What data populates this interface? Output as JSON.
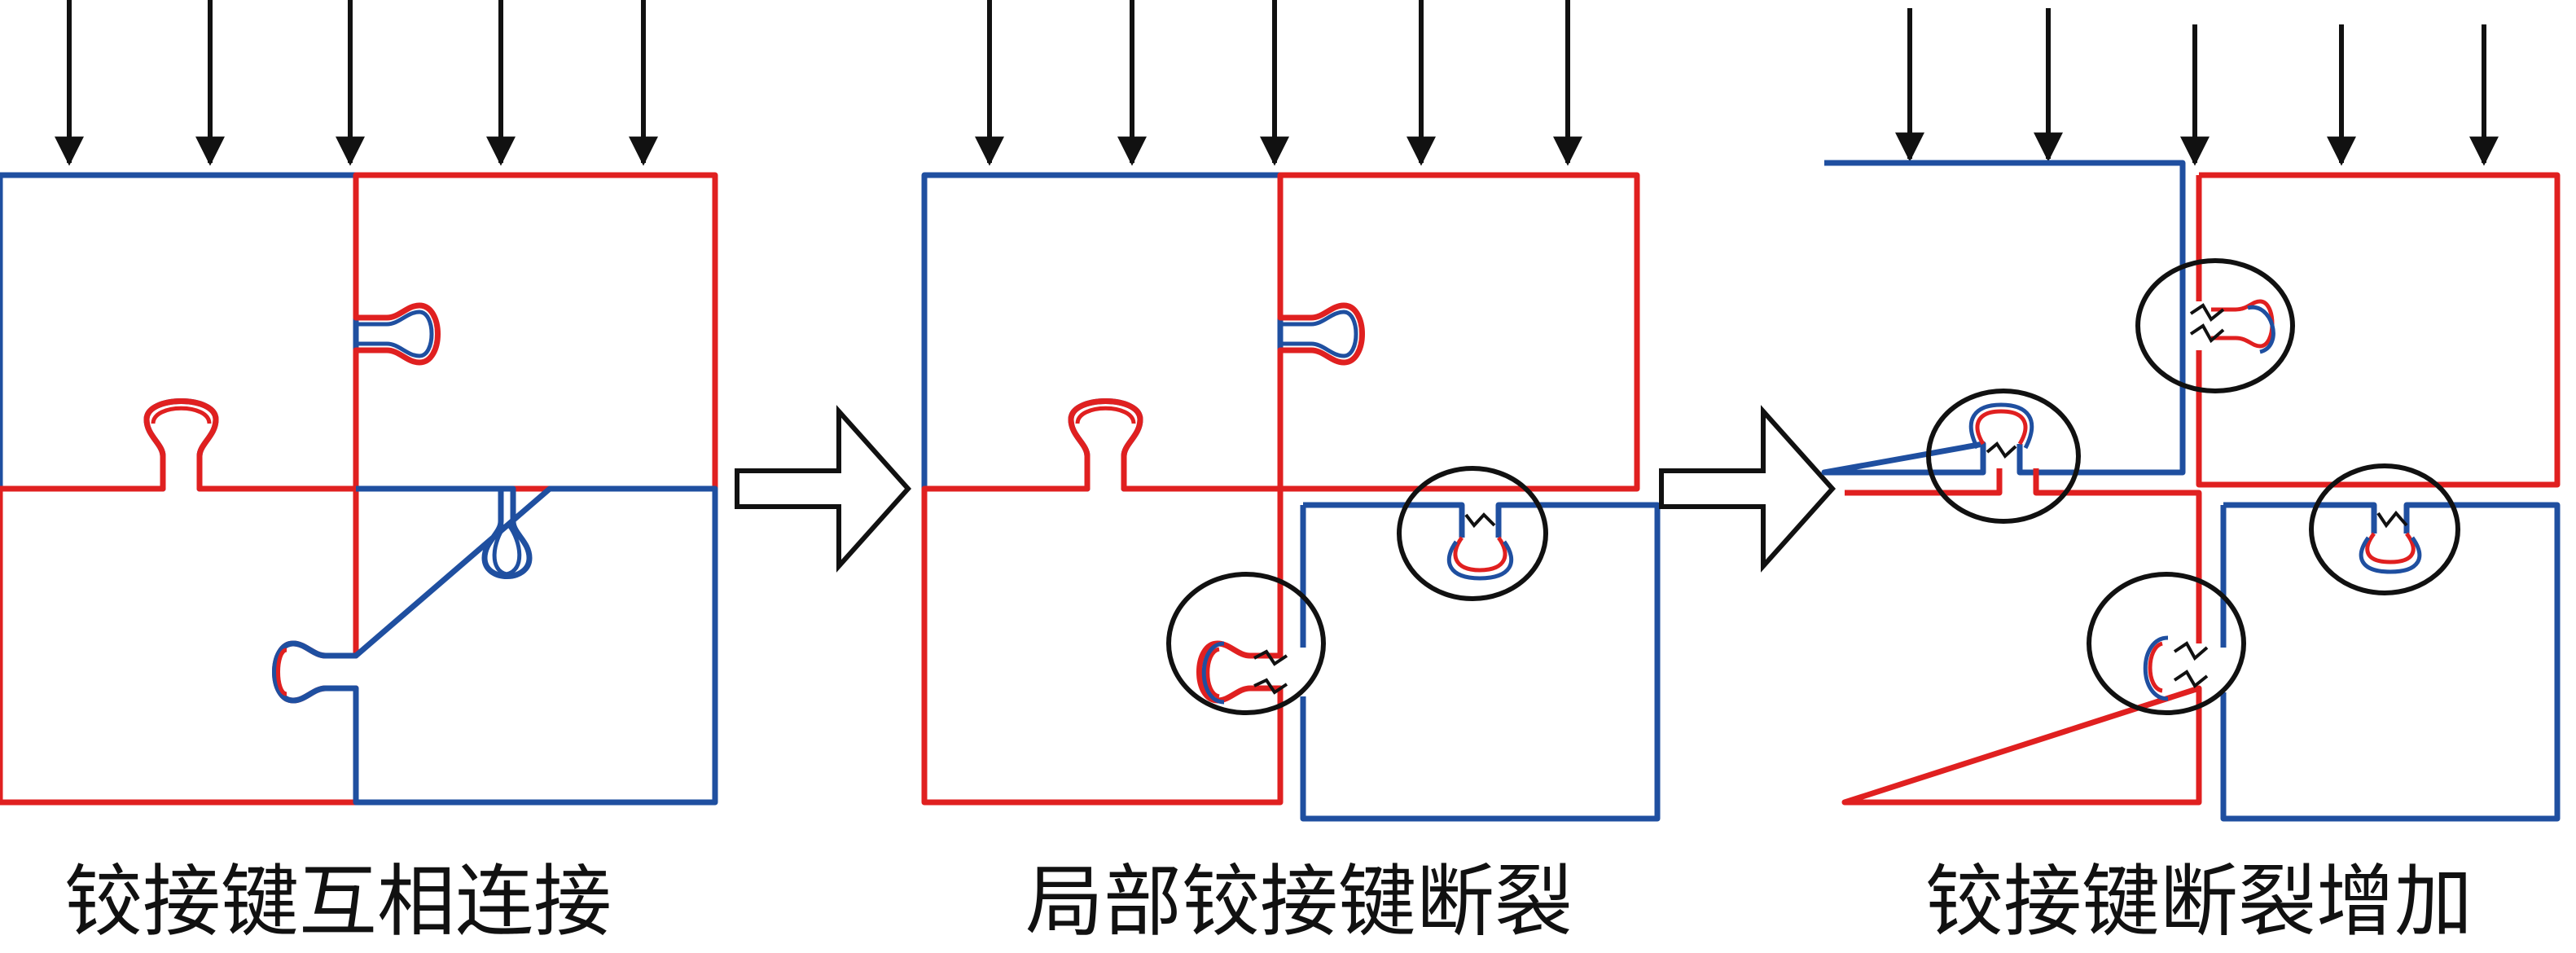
{
  "captions": [
    "铰接键互相连接",
    "局部铰接键断裂",
    "铰接键断裂增加"
  ],
  "colors": {
    "red": "#e02020",
    "blue": "#1f4fa0",
    "black": "#111111"
  },
  "stages": 3,
  "load_arrows_per_stage": 5
}
